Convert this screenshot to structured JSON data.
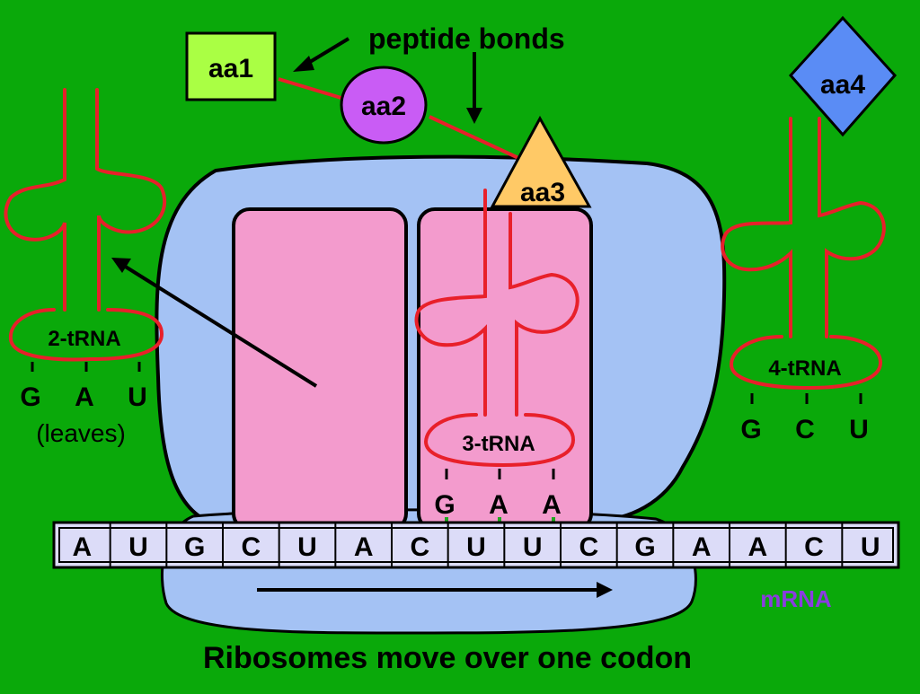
{
  "labels": {
    "peptide_bonds": "peptide bonds",
    "mrna": "mRNA",
    "caption": "Ribosomes move over one codon",
    "leaves": "(leaves)"
  },
  "amino_acids": {
    "aa1": "aa1",
    "aa2": "aa2",
    "aa3": "aa3",
    "aa4": "aa4"
  },
  "trnas": {
    "t2": {
      "label": "2-tRNA",
      "anticodon": [
        "G",
        "A",
        "U"
      ]
    },
    "t3": {
      "label": "3-tRNA",
      "anticodon": [
        "G",
        "A",
        "A"
      ]
    },
    "t4": {
      "label": "4-tRNA",
      "anticodon": [
        "G",
        "C",
        "U"
      ]
    }
  },
  "mrna_bases": [
    "A",
    "U",
    "G",
    "C",
    "U",
    "A",
    "C",
    "U",
    "U",
    "C",
    "G",
    "A",
    "A",
    "C",
    "U"
  ],
  "colors": {
    "background": "#0aa90a",
    "ribosome": "#a4c2f4",
    "site": "#f39bcd",
    "trna": "#e8202a",
    "aa1": "#aaff44",
    "aa2": "#c95cf5",
    "aa3": "#ffc966",
    "aa4": "#5a8cf5",
    "mrna_strip": "#dcdcf8",
    "mrna_label": "#8a3ce0"
  }
}
